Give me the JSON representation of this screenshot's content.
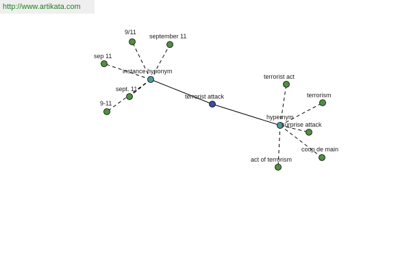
{
  "header": {
    "url": "http://www.artikata.com"
  },
  "graph": {
    "colors": {
      "center": "#3a4f9c",
      "relation": "#4a9a9a",
      "leaf": "#4f8f3f",
      "edge": "#000000"
    },
    "nodes": [
      {
        "id": "terrorist-attack",
        "label": "terrorist attack",
        "kind": "center"
      },
      {
        "id": "instance-hyponym",
        "label": "instance hyponym",
        "kind": "relation"
      },
      {
        "id": "hypernym",
        "label": "hypernym",
        "kind": "relation"
      },
      {
        "id": "9-11-a",
        "label": "9/11",
        "kind": "leaf"
      },
      {
        "id": "september-11",
        "label": "september 11",
        "kind": "leaf"
      },
      {
        "id": "sep-11",
        "label": "sep 11",
        "kind": "leaf"
      },
      {
        "id": "sept-11",
        "label": "sept. 11",
        "kind": "leaf"
      },
      {
        "id": "9-11-b",
        "label": "9-11",
        "kind": "leaf"
      },
      {
        "id": "terrorist-act",
        "label": "terrorist act",
        "kind": "leaf"
      },
      {
        "id": "terrorism",
        "label": "terrorism",
        "kind": "leaf"
      },
      {
        "id": "surprise-attack",
        "label": "surprise attack",
        "kind": "leaf"
      },
      {
        "id": "coup-de-main",
        "label": "coup de main",
        "kind": "leaf"
      },
      {
        "id": "act-of-terrorism",
        "label": "act of terrorism",
        "kind": "leaf"
      }
    ],
    "edges": [
      {
        "from": "terrorist-attack",
        "to": "instance-hyponym",
        "style": "solid"
      },
      {
        "from": "terrorist-attack",
        "to": "hypernym",
        "style": "solid"
      },
      {
        "from": "instance-hyponym",
        "to": "9-11-a",
        "style": "dashed"
      },
      {
        "from": "instance-hyponym",
        "to": "september-11",
        "style": "dashed"
      },
      {
        "from": "instance-hyponym",
        "to": "sep-11",
        "style": "dashed"
      },
      {
        "from": "instance-hyponym",
        "to": "sept-11",
        "style": "dashed"
      },
      {
        "from": "instance-hyponym",
        "to": "9-11-b",
        "style": "dashed"
      },
      {
        "from": "hypernym",
        "to": "terrorist-act",
        "style": "dashed"
      },
      {
        "from": "hypernym",
        "to": "terrorism",
        "style": "dashed"
      },
      {
        "from": "hypernym",
        "to": "surprise-attack",
        "style": "dashed"
      },
      {
        "from": "hypernym",
        "to": "coup-de-main",
        "style": "dashed"
      },
      {
        "from": "hypernym",
        "to": "act-of-terrorism",
        "style": "dashed"
      }
    ]
  }
}
